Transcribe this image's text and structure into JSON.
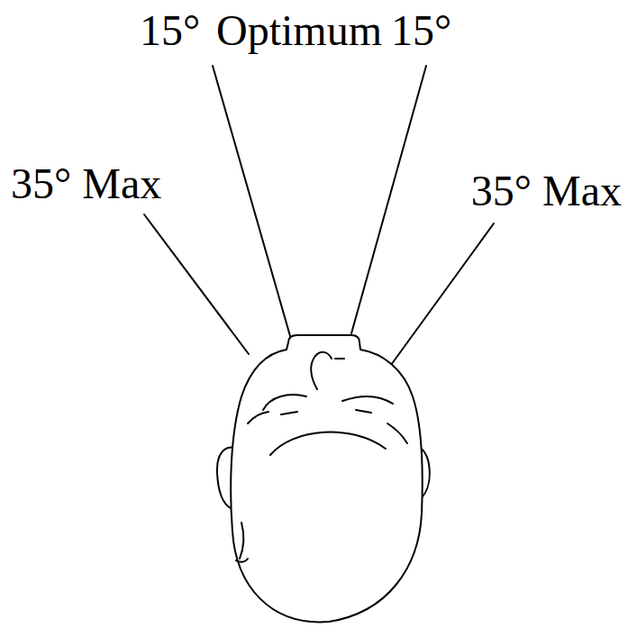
{
  "diagram": {
    "labels": [
      "15°",
      "Optimum",
      "15°",
      "35° Max",
      "35° Max"
    ]
  }
}
